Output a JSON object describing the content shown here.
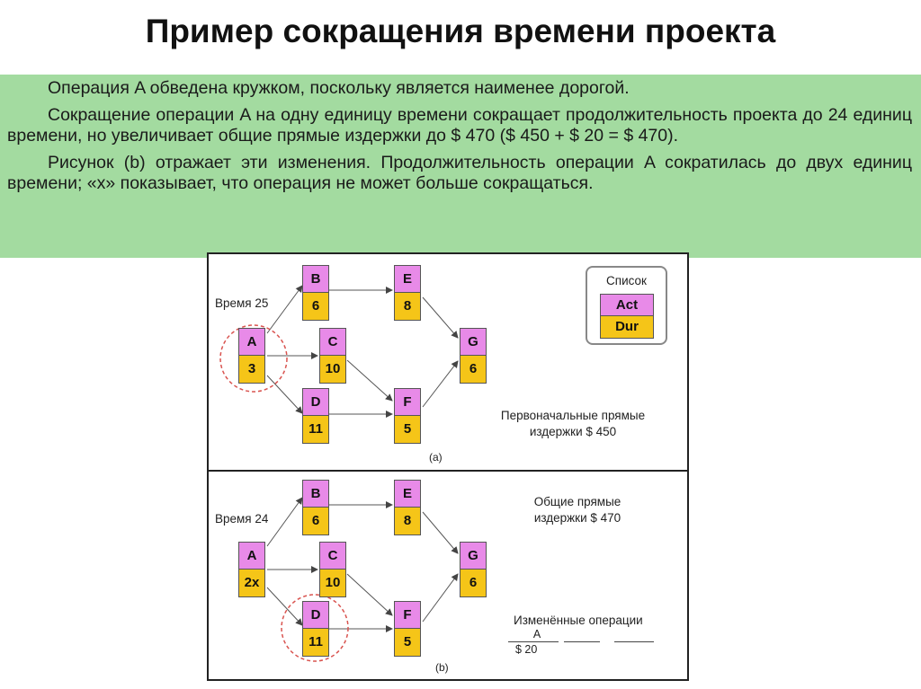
{
  "title": "Пример сокращения времени проекта",
  "paragraphs": [
    "Операция A обведена кружком, поскольку является наименее дорогой.",
    "Сокращение операции A на одну единицу времени сокращает продолжительность проекта до 24 единиц времени, но увеличивает общие прямые издержки до $ 470 ($ 450 + $ 20 = $ 470).",
    "Рисунок (b) отражает эти изменения. Продолжительность операции A сократилась до двух единиц времени; «x» показывает, что операция не может больше сокращаться."
  ],
  "colors": {
    "text_bg": "#a3dba0",
    "act": "#e88ae8",
    "dur": "#f5c518",
    "circle": "#d9534f"
  },
  "legend": {
    "title": "Список",
    "act": "Act",
    "dur": "Dur"
  },
  "diagram_a": {
    "time_label": "Время 25",
    "caption": "(a)",
    "cost_line1": "Первоначальные прямые",
    "cost_line2": "издержки $ 450",
    "nodes": {
      "A": {
        "act": "A",
        "dur": "3"
      },
      "B": {
        "act": "B",
        "dur": "6"
      },
      "C": {
        "act": "C",
        "dur": "10"
      },
      "D": {
        "act": "D",
        "dur": "11"
      },
      "E": {
        "act": "E",
        "dur": "8"
      },
      "F": {
        "act": "F",
        "dur": "5"
      },
      "G": {
        "act": "G",
        "dur": "6"
      }
    }
  },
  "diagram_b": {
    "time_label": "Время 24",
    "caption": "(b)",
    "cost_line1": "Общие прямые",
    "cost_line2": "издержки $ 470",
    "changed_title": "Изменённые операции",
    "changed_act": "A",
    "changed_cost": "$ 20",
    "nodes": {
      "A": {
        "act": "A",
        "dur": "2x"
      },
      "B": {
        "act": "B",
        "dur": "6"
      },
      "C": {
        "act": "C",
        "dur": "10"
      },
      "D": {
        "act": "D",
        "dur": "11"
      },
      "E": {
        "act": "E",
        "dur": "8"
      },
      "F": {
        "act": "F",
        "dur": "5"
      },
      "G": {
        "act": "G",
        "dur": "6"
      }
    }
  }
}
